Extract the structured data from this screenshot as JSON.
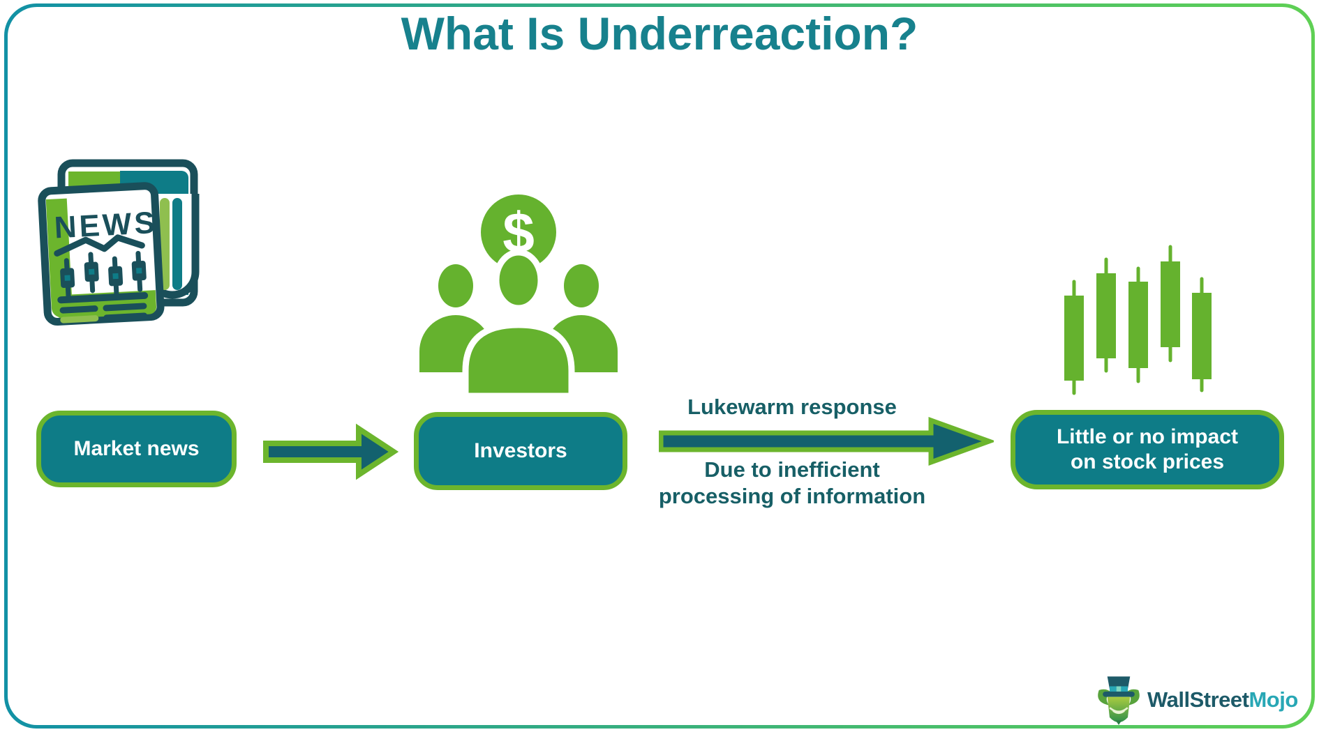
{
  "title": "What Is Underreaction?",
  "colors": {
    "teal": "#0e7c87",
    "teal-dark": "#13616e",
    "teal-text": "#175f66",
    "title-teal": "#17818d",
    "green": "#6cb52d",
    "icon-green": "#65b22e",
    "green-light": "#8fbf4f",
    "outline-dark": "#1a4f5a",
    "grad-start": "#1291a5",
    "grad-end": "#5fd054",
    "logo-dark": "#1d5a68",
    "logo-accent": "#28a7b5"
  },
  "flow": {
    "step1": {
      "label": "Market news",
      "icon": "newspaper-icon"
    },
    "step2": {
      "label": "Investors",
      "icon": "investors-icon"
    },
    "step3": {
      "label_line1": "Little or no impact",
      "label_line2": "on stock prices",
      "icon": "candlestick-chart-icon"
    },
    "arrow_label_top": "Lukewarm response",
    "arrow_label_bottom_line1": "Due to inefficient",
    "arrow_label_bottom_line2": "processing of information"
  },
  "icons": {
    "newspaper_headline": "NEWS",
    "dollar_sign": "$"
  },
  "logo": {
    "brand_primary": "WallStreet",
    "brand_accent": "Mojo"
  }
}
